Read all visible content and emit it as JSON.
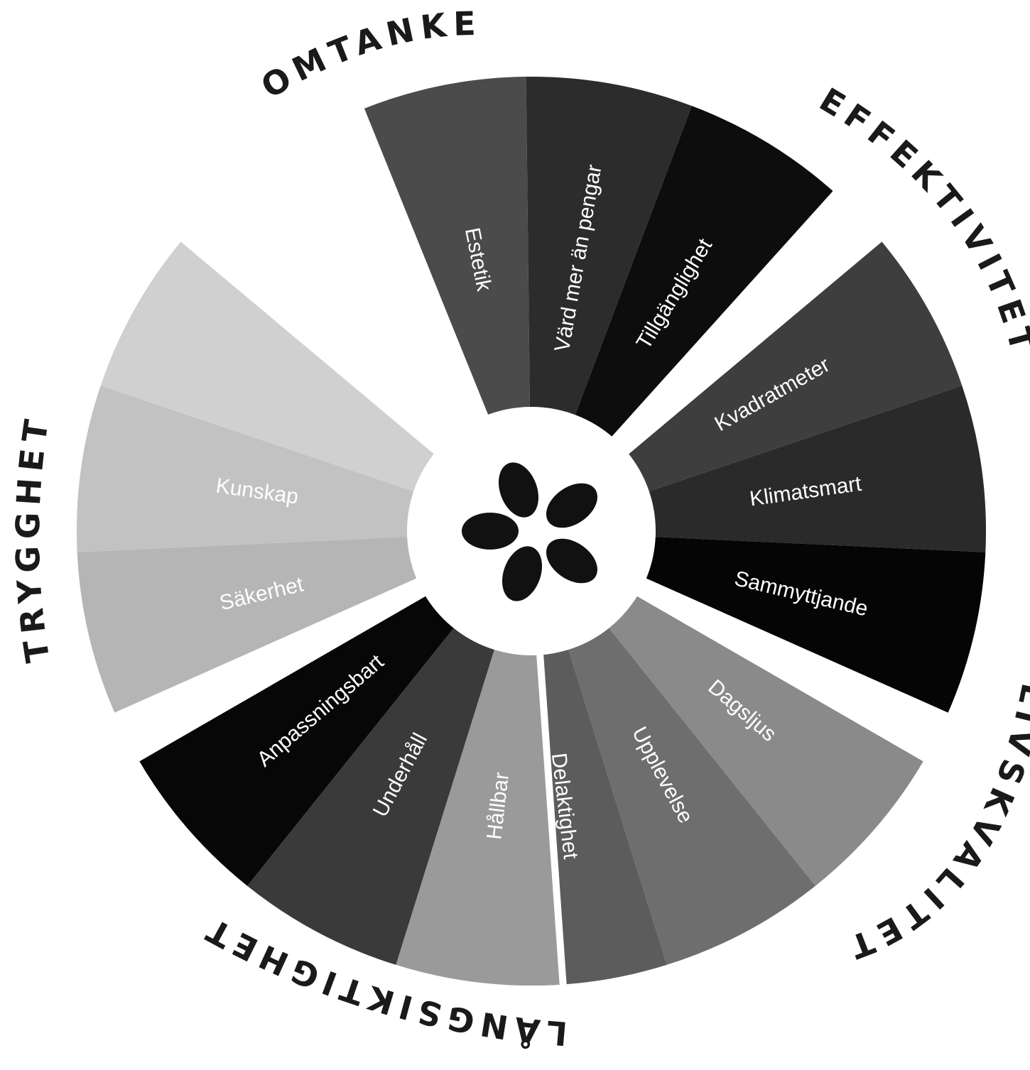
{
  "categories": [
    {
      "id": "omtanke",
      "label": "OMTANKE",
      "segments": [
        {
          "label": "Estetik",
          "color": "#4b4b4b"
        },
        {
          "label": "Värd mer än pengar",
          "color": "#2c2c2c"
        },
        {
          "label": "Tillgänglighet",
          "color": "#0d0d0d"
        }
      ]
    },
    {
      "id": "effektivitet",
      "label": "EFFEKTIVITET",
      "segments": [
        {
          "label": "Kvadratmeter",
          "color": "#3e3e3e"
        },
        {
          "label": "Klimatsmart",
          "color": "#2a2a2a"
        },
        {
          "label": "Sammyttjande",
          "color": "#050505"
        }
      ]
    },
    {
      "id": "livskvalitet",
      "label": "LIVSKVALITET",
      "segments": [
        {
          "label": "Dagsljus",
          "color": "#8a8a8a"
        },
        {
          "label": "Upplevelse",
          "color": "#6e6e6e"
        },
        {
          "label": "Delaktighet",
          "color": "#5c5c5c"
        }
      ]
    },
    {
      "id": "langsiktighet",
      "label": "LÅNGSIKTIGHET",
      "segments": [
        {
          "label": "Hållbar",
          "color": "#9a9a9a"
        },
        {
          "label": "Underhåll",
          "color": "#3a3a3a"
        },
        {
          "label": "Anpassningsbart",
          "color": "#070707"
        }
      ]
    },
    {
      "id": "trygghet",
      "label": "TRYGGHET",
      "segments": [
        {
          "label": "Säkerhet",
          "color": "#b5b5b5"
        },
        {
          "label": "Kunskap",
          "color": "#c2c2c2"
        },
        {
          "label": "",
          "color": "#d0d0d0"
        }
      ]
    }
  ],
  "center": {
    "icon": "flower-logo-icon",
    "petal_color": "#111111",
    "background": "#ffffff"
  }
}
